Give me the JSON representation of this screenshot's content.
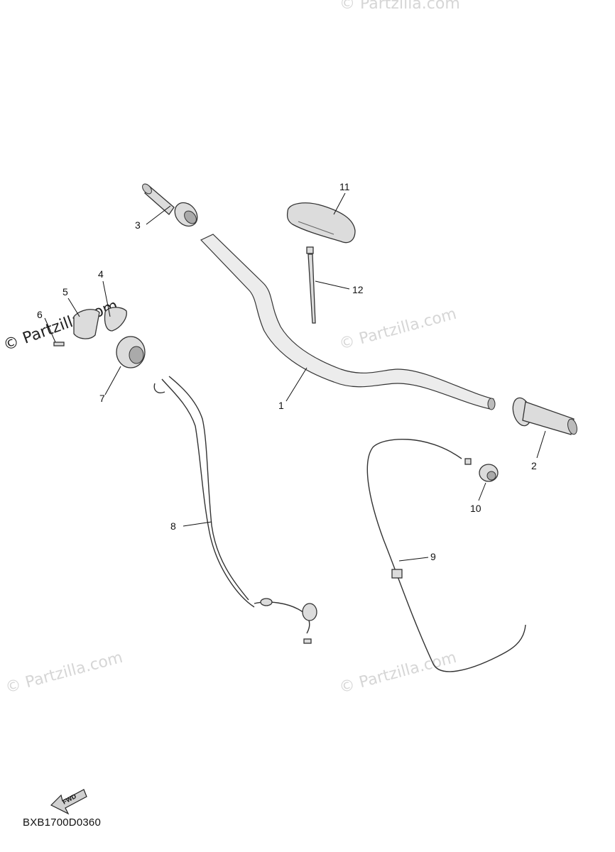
{
  "diagram": {
    "callouts": {
      "c1": "1",
      "c2": "2",
      "c3": "3",
      "c4": "4",
      "c5": "5",
      "c6": "6",
      "c7": "7",
      "c8": "8",
      "c9": "9",
      "c10": "10",
      "c11": "11",
      "c12": "12"
    },
    "watermarks": {
      "w_main": "© Partzilla.com",
      "w_faint": "© Partzilla.com"
    },
    "fwd_label": "FWD",
    "code": "BXB1700D0360"
  }
}
